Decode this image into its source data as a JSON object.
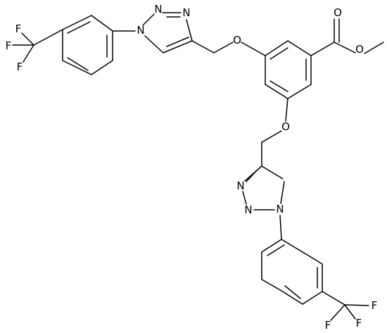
{
  "molecule": {
    "atom_colors": {
      "default": "#000000",
      "background": "#ffffff"
    },
    "labels": {
      "f1": "F",
      "f2": "F",
      "f3": "F",
      "n1_top": "N",
      "n2_top": "N",
      "n3_top": "N",
      "o_ether_top": "O",
      "o_carbonyl": "O",
      "o_ester": "O",
      "o_ether_bottom": "O",
      "n3_bot": "N",
      "n2_bot": "N",
      "n1_bot": "N",
      "f4": "F",
      "f5": "F",
      "f6": "F"
    }
  }
}
